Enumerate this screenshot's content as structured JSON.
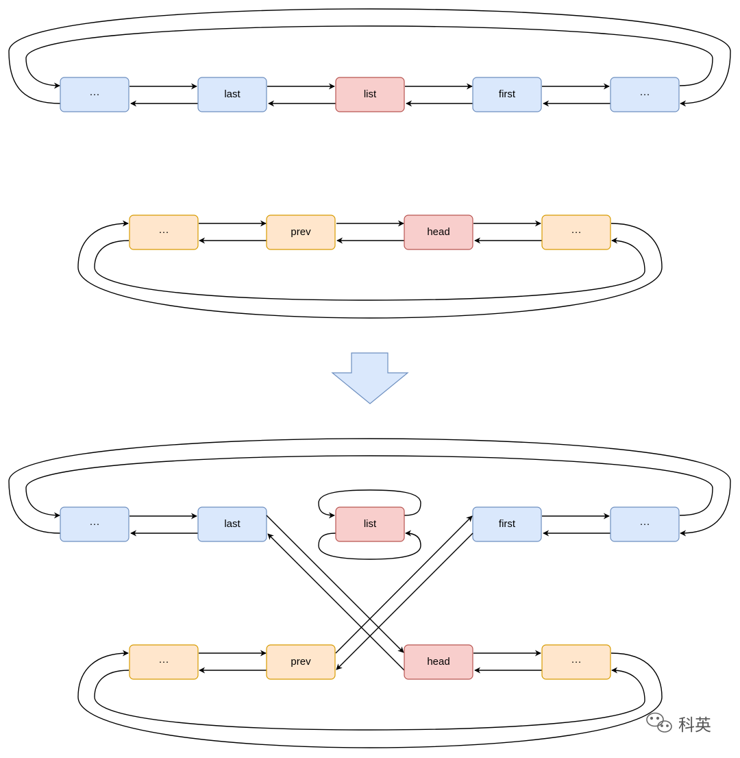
{
  "diagram": {
    "colors": {
      "blue_fill": "#dae8fc",
      "blue_stroke": "#6c8ebf",
      "red_fill": "#f8cecc",
      "red_stroke": "#b85450",
      "orange_fill": "#ffe6cc",
      "orange_stroke": "#d79b00",
      "arrow_fill": "#dae8fc",
      "arrow_stroke": "#6c8ebf",
      "edge": "#000000"
    },
    "top_list": {
      "nodes": [
        {
          "label": "···",
          "color": "blue"
        },
        {
          "label": "last",
          "color": "blue"
        },
        {
          "label": "list",
          "color": "red"
        },
        {
          "label": "first",
          "color": "blue"
        },
        {
          "label": "···",
          "color": "blue"
        }
      ]
    },
    "middle_list": {
      "nodes": [
        {
          "label": "···",
          "color": "orange"
        },
        {
          "label": "prev",
          "color": "orange"
        },
        {
          "label": "head",
          "color": "red"
        },
        {
          "label": "···",
          "color": "orange"
        }
      ]
    },
    "transition_arrow": {
      "icon": "down-arrow-icon"
    },
    "result": {
      "top_nodes": [
        {
          "label": "···",
          "color": "blue"
        },
        {
          "label": "last",
          "color": "blue"
        },
        {
          "label": "list",
          "color": "red"
        },
        {
          "label": "first",
          "color": "blue"
        },
        {
          "label": "···",
          "color": "blue"
        }
      ],
      "bottom_nodes": [
        {
          "label": "···",
          "color": "orange"
        },
        {
          "label": "prev",
          "color": "orange"
        },
        {
          "label": "head",
          "color": "red"
        },
        {
          "label": "···",
          "color": "orange"
        }
      ]
    }
  },
  "watermark": {
    "text": "科英",
    "icon": "wechat-icon"
  }
}
